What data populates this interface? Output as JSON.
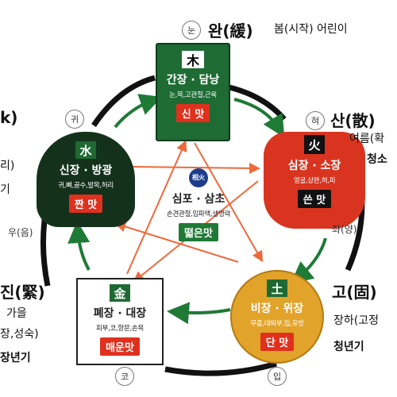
{
  "elements": [
    {
      "id": "wood",
      "char": "木",
      "organ": "간장 · 담낭",
      "detail": "눈,목,고관절,근육",
      "taste": "신 맛",
      "color": "#1e6b34"
    },
    {
      "id": "fire",
      "char": "火",
      "organ": "심장 · 소장",
      "detail": "얼굴,상완,혀,피",
      "taste": "쓴 맛",
      "color": "#d8341f"
    },
    {
      "id": "earth",
      "char": "土",
      "organ": "비장 · 위장",
      "detail": "무릎,대퇴부,입,유방",
      "taste": "단 맛",
      "color": "#e2a32a"
    },
    {
      "id": "metal",
      "char": "金",
      "organ": "폐장 · 대장",
      "detail": "피부,코,항문,손목",
      "taste": "매운맛",
      "color": "#1f6a33"
    },
    {
      "id": "water",
      "char": "水",
      "organ": "신장 · 방광",
      "detail": "귀,뼈,골수,발목,허리",
      "taste": "짠 맛",
      "color": "#14311c"
    }
  ],
  "center": {
    "badge": "相火",
    "organ": "심포 · 삼초",
    "detail": "손견관절,임파액,생명력",
    "taste": "떫은맛"
  },
  "senses": {
    "wood": "눈",
    "fire": "혀",
    "earth": "입",
    "metal": "코",
    "water": "귀"
  },
  "yin_yang": {
    "left": "우(음)",
    "right": "좌(양)"
  },
  "labels": {
    "top": {
      "title": "완(緩)",
      "rest": "봄(시작) 어린이"
    },
    "right": {
      "title": "산(散)",
      "season": "여름(확",
      "stage": "청소"
    },
    "bottom_right": {
      "title": "고(固)",
      "season": "장하(고정",
      "stage": "청년기"
    },
    "bottom_left": {
      "title": "진(緊)",
      "season": "가을",
      "detail": "장,성숙)",
      "stage": "장년기"
    },
    "left": {
      "title": "k)",
      "season": "리)",
      "stage": "기"
    }
  }
}
